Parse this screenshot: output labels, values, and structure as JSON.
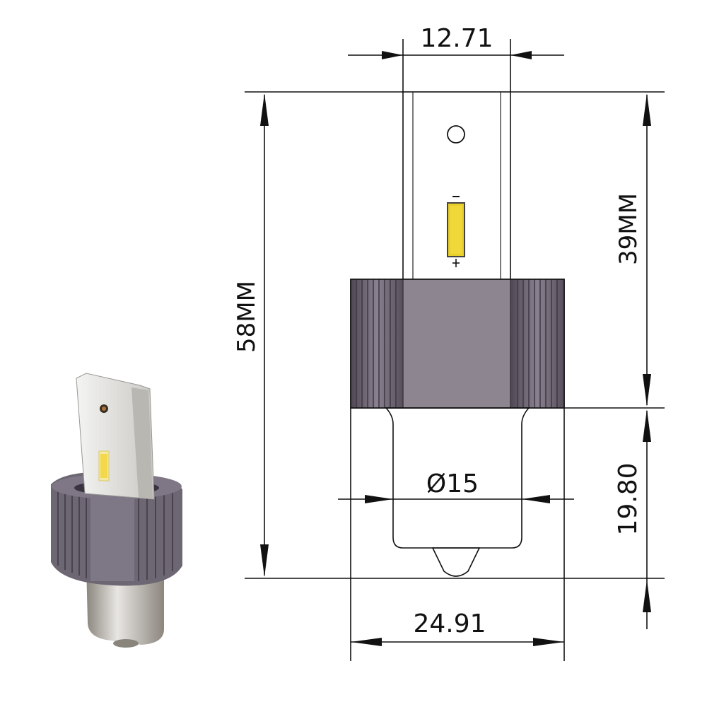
{
  "figure": {
    "description_free": true,
    "dimensions": {
      "top_width": "12.71",
      "overall_height": "58MM",
      "upper_height": "39MM",
      "lower_height": "19.80",
      "base_diameter": "Ø15",
      "flange_width": "24.91"
    },
    "colors": {
      "body_gray": "#8c8c8f",
      "flange_purple": "#776c7c",
      "base_gray": "#9a9a9a",
      "led_yellow": "#e8cf2a",
      "line": "#111111"
    },
    "icons": {
      "led_chip": "led-chip-icon",
      "mount_hole": "mount-hole-icon"
    }
  }
}
